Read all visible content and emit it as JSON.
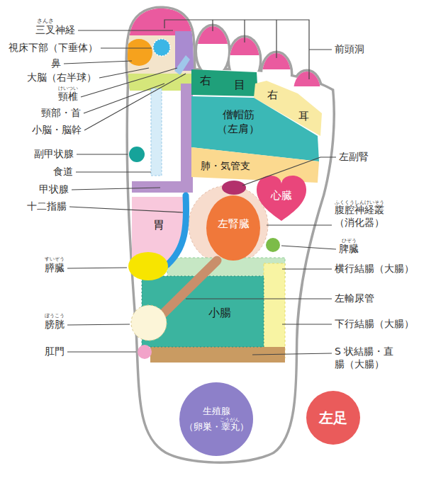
{
  "diagram": {
    "nodes": [
      {
        "text": [
          "右",
          "目"
        ]
      },
      {
        "text": [
          "右",
          "耳"
        ]
      },
      {
        "text": [
          "僧帽筋 （左肩）"
        ]
      },
      {
        "text": [
          "肺・気管支"
        ]
      },
      {
        "text": [
          "心臓"
        ]
      },
      {
        "text": [
          "左腎臓"
        ]
      },
      {
        "text": [
          "胃"
        ]
      },
      {
        "text": [
          "小腸"
        ]
      },
      {
        "text": [
          "生殖腺 （卵巣・睾丸）"
        ]
      },
      {
        "text": [
          "左足"
        ]
      }
    ],
    "labels": [
      "前頭洞",
      "さんさ",
      "三叉神経",
      "視床下部（下垂体）",
      "鼻",
      "大脳（右半球）",
      "けいつい",
      "頸椎",
      "頸部・首",
      "小脳・脳幹",
      "左副腎",
      "副甲状腺",
      "食道",
      "甲状腺",
      "十二指腸",
      "ふくくうしんけいそう",
      "腹腔神経叢 （消化器）",
      "ひぞう",
      "脾臓",
      "すいぞう",
      "膵臓",
      "横行結腸（大腸）",
      "左輸尿管",
      "ぼうこう",
      "膀胱",
      "下行結腸（大腸）",
      "肛門",
      "S 状結腸・直腸（大腸）",
      "こうがん"
    ]
  }
}
